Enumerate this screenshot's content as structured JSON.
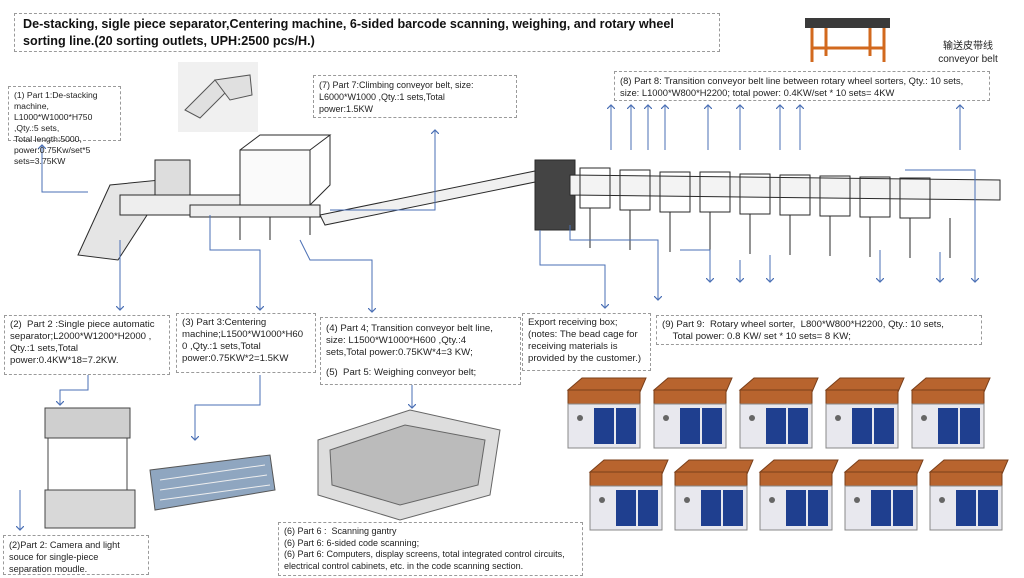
{
  "title": "De-stacking, sigle piece separator,Centering machine, 6-sided barcode scanning, weighing, and rotary wheel sorting line.(20 sorting outlets, UPH:2500 pcs/H.)",
  "conveyor_label": {
    "cn": "输送皮带线",
    "en": "conveyor belt"
  },
  "parts": {
    "p1": [
      "(1) Part 1:De-stacking machine,",
      "L1000*W1000*H750 ,Qty.:5 sets,",
      "Total length:5000,",
      "power:0.75Kw/set*5 sets=3.75KW"
    ],
    "p7": [
      "(7) Part 7:Climbing conveyor belt, size:",
      "L6000*W1000 ,Qty.:1 sets,Total",
      "power:1.5KW"
    ],
    "p8": [
      "(8) Part 8: Transition conveyor belt line between rotary wheel sorters, Qty.: 10 sets,",
      "size: L1000*W800*H2200; total power: 0.4KW/set * 10 sets= 4KW"
    ],
    "p2": [
      "(2)  Part 2 :Single piece automatic",
      "separator;L2000*W1200*H2000 ,",
      "Qty.:1 sets,Total",
      "power:0.4KW*18=7.2KW."
    ],
    "p3": [
      "(3) Part 3:Centering",
      "machine;L1500*W1000*H60",
      "0 ,Qty.:1 sets,Total",
      "power:0.75KW*2=1.5KW"
    ],
    "p4": [
      "(4) Part 4; Transition conveyor belt line,",
      "size: L1500*W1000*H600 ,Qty.:4",
      "sets,Total power:0.75KW*4=3 KW;"
    ],
    "p5": "(5)  Part 5: Weighing conveyor belt;",
    "export": [
      "Export receiving box;",
      "(notes: The bead cage for",
      "receiving materials is",
      "provided by the customer.)"
    ],
    "p9": [
      "(9) Part 9:  Rotary wheel sorter,  L800*W800*H2200, Qty.: 10 sets,",
      "    Total power: 0.8 KW/ set * 10 sets= 8 KW;"
    ],
    "p2cam": [
      "(2)Part 2: Camera and light",
      "souce for single-piece",
      "separation moudle."
    ],
    "p6": [
      "(6) Part 6 :  Scanning gantry",
      "(6) Part 6: 6-sided code scanning;",
      "(6) Part 6: Computers, display screens, total integrated control circuits,",
      "electrical control cabinets, etc. in the code scanning section."
    ]
  },
  "colors": {
    "arrow": "#4a6fb5",
    "cabinet_blue": "#1f3f8f",
    "tray": "#b8642e",
    "frame": "#2a2a2a"
  }
}
